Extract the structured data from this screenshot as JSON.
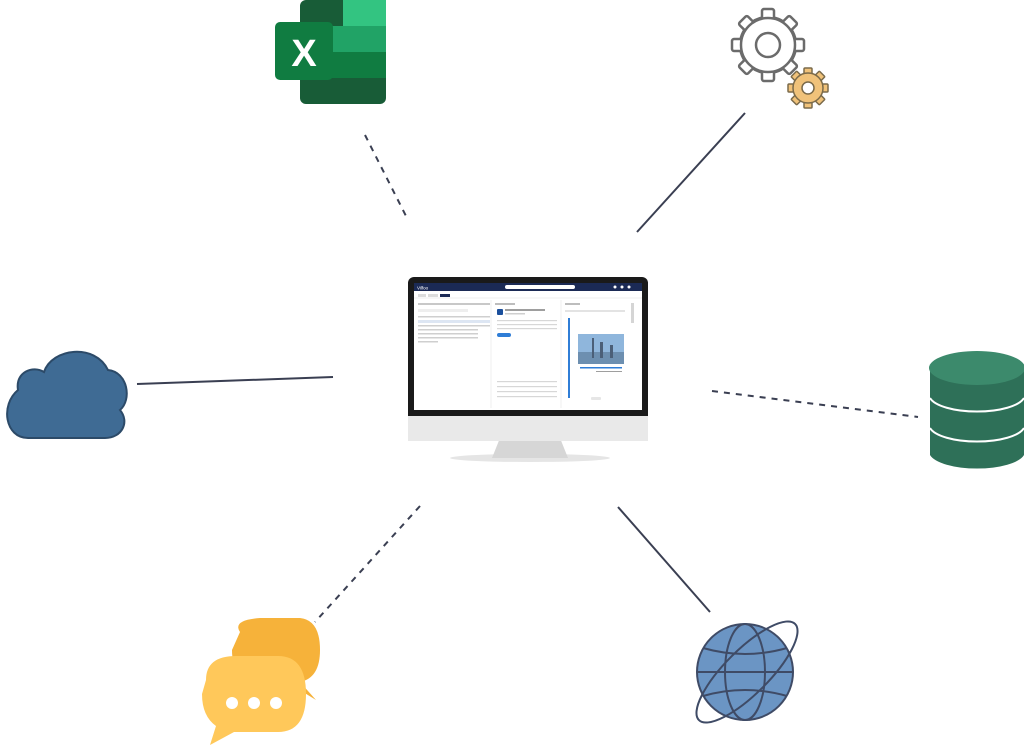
{
  "diagram": {
    "hub": {
      "icon": "desktop-monitor-icon",
      "screen": {
        "logo": "Vilfoo",
        "app_bar_color": "#1b2a55"
      }
    },
    "nodes": [
      {
        "icon": "excel-icon",
        "badge_letter": "X",
        "connector": "dashed"
      },
      {
        "icon": "gears-icon",
        "connector": "solid"
      },
      {
        "icon": "cloud-icon",
        "connector": "solid"
      },
      {
        "icon": "database-icon",
        "connector": "dashed"
      },
      {
        "icon": "chat-bubbles-icon",
        "connector": "dashed"
      },
      {
        "icon": "globe-icon",
        "connector": "solid"
      }
    ],
    "colors": {
      "connector": "#3a3f52",
      "excel_dark": "#185c37",
      "excel_mid": "#21a366",
      "excel_light": "#33c481",
      "gear_outline": "#6b6b6b",
      "gear_accent": "#f0c27a",
      "cloud": "#3f6b94",
      "database": "#2e7058",
      "chat": "#f6b23a",
      "globe": "#6b95c4"
    }
  }
}
